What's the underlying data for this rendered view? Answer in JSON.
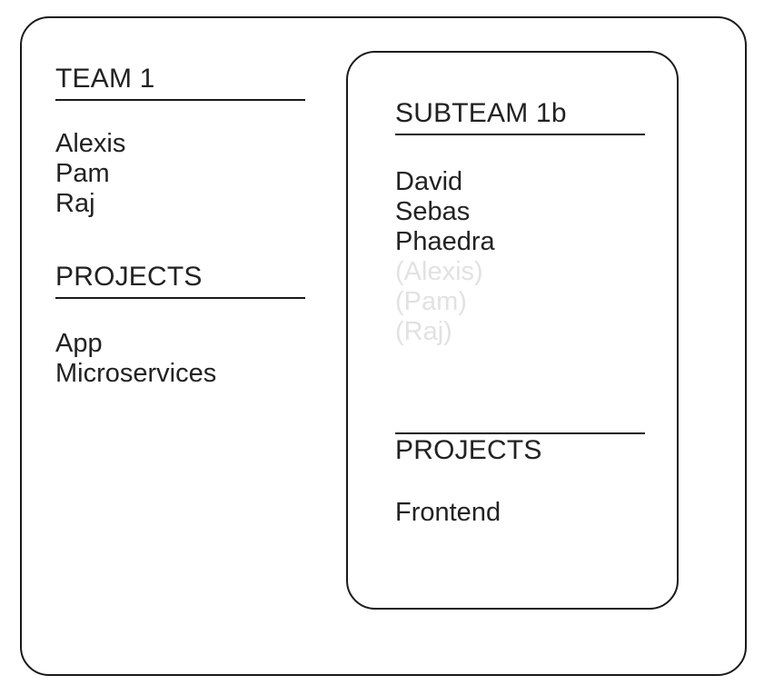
{
  "diagram": {
    "title_semantic": "team-and-subteam-membership-diagram",
    "colors": {
      "stroke": "#1a1a1a",
      "text": "#222222",
      "inherited_text": "#e2e2e2",
      "background": "#ffffff"
    }
  },
  "team": {
    "heading": "TEAM 1",
    "members_label_semantic": "team-members",
    "members": [
      {
        "name": "Alexis",
        "inherited": false
      },
      {
        "name": "Pam",
        "inherited": false
      },
      {
        "name": "Raj",
        "inherited": false
      }
    ],
    "projects_heading": "PROJECTS",
    "projects": [
      {
        "name": "App"
      },
      {
        "name": "Microservices"
      }
    ]
  },
  "subteam": {
    "heading": "SUBTEAM 1b",
    "members_label_semantic": "subteam-members",
    "members": [
      {
        "name": "David",
        "inherited": false
      },
      {
        "name": "Sebas",
        "inherited": false
      },
      {
        "name": "Phaedra",
        "inherited": false
      },
      {
        "name": "(Alexis)",
        "inherited": true
      },
      {
        "name": "(Pam)",
        "inherited": true
      },
      {
        "name": "(Raj)",
        "inherited": true
      }
    ],
    "projects_heading": "PROJECTS",
    "projects": [
      {
        "name": "Frontend"
      }
    ]
  }
}
